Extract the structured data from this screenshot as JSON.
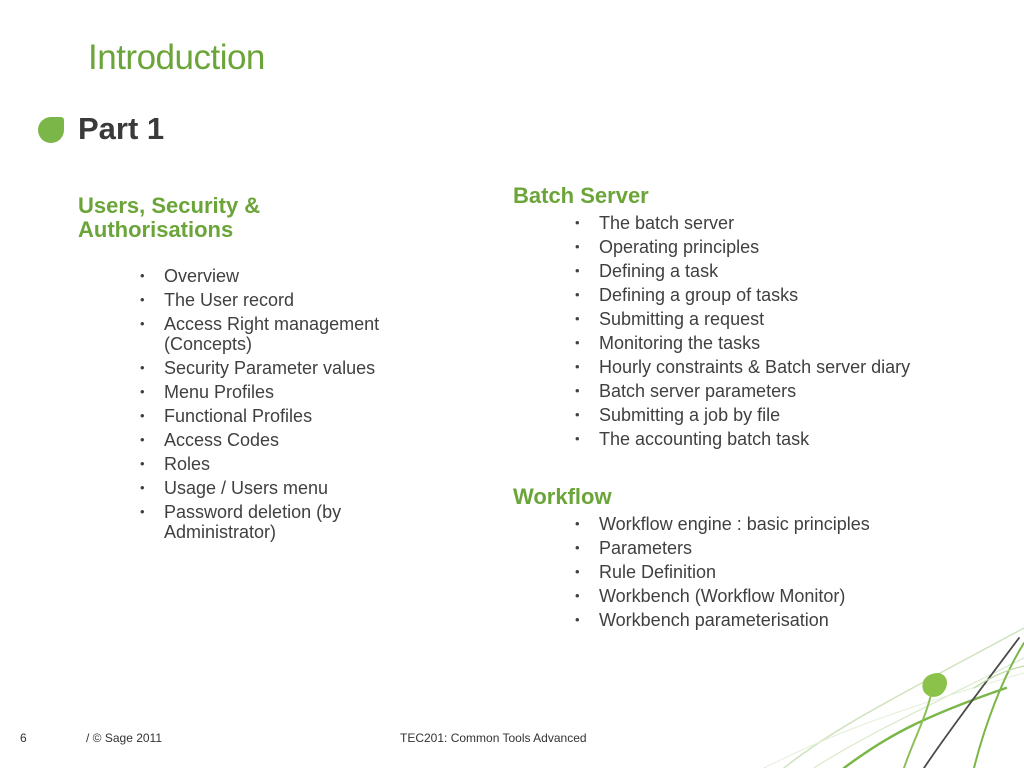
{
  "slide": {
    "title": "Introduction",
    "part_label": "Part 1"
  },
  "left_section": {
    "heading_line1": "Users, Security &",
    "heading_line2": "Authorisations",
    "items": [
      "Overview",
      "The User record",
      "Access Right management (Concepts)",
      "Security Parameter values",
      "Menu Profiles",
      "Functional Profiles",
      "Access Codes",
      "Roles",
      "Usage / Users menu",
      "Password deletion (by Administrator)"
    ]
  },
  "batch_section": {
    "heading": "Batch Server",
    "items": [
      "The batch server",
      "Operating principles",
      "Defining a task",
      "Defining a group of tasks",
      "Submitting a request",
      "Monitoring the tasks",
      "Hourly constraints & Batch server diary",
      "Batch server parameters",
      "Submitting a job by file",
      "The accounting batch task"
    ]
  },
  "workflow_section": {
    "heading": "Workflow",
    "items": [
      "Workflow engine : basic principles",
      "Parameters",
      "Rule Definition",
      "Workbench (Workflow Monitor)",
      "Workbench parameterisation"
    ]
  },
  "footer": {
    "page_number": "6",
    "copyright": "/  © Sage 2011",
    "course": "TEC201: Common Tools Advanced"
  },
  "colors": {
    "accent_green": "#6ba539",
    "bullet_green": "#7ab648"
  }
}
